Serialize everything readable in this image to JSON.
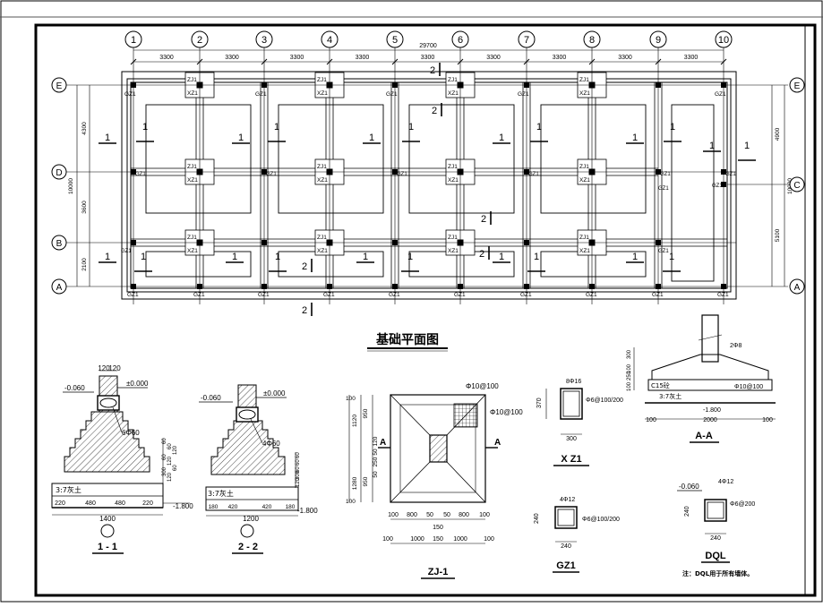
{
  "grid": {
    "columns": [
      "1",
      "2",
      "3",
      "4",
      "5",
      "6",
      "7",
      "8",
      "9",
      "10"
    ],
    "rows_left": [
      "E",
      "D",
      "B",
      "A"
    ],
    "rows_right": [
      "E",
      "C",
      "A"
    ],
    "spans_x": [
      "3300",
      "3300",
      "3300",
      "3300",
      "3300",
      "3300",
      "3300",
      "3300",
      "3300"
    ],
    "total_x": "29700",
    "spans_left": [
      "4300",
      "3600",
      "2100"
    ],
    "total_left": "10000",
    "spans_right": [
      "4900",
      "5100"
    ],
    "total_right": "10000"
  },
  "plan": {
    "title": "基础平面图",
    "zj": "ZJ1",
    "xz": "XZ1",
    "gz": "GZ1",
    "gz_label": "GZ1",
    "mark1": "1",
    "mark2": "2"
  },
  "sec11": {
    "title": "1 - 1",
    "top_w": "120",
    "top_w2": "120",
    "gl_level": "-0.060",
    "top_level": "±0.000",
    "rebar": "6Φ60",
    "steps": [
      "60",
      "60",
      "120",
      "60",
      "120",
      "60",
      "300",
      "120"
    ],
    "fill": "3:7灰土",
    "dims": [
      "220",
      "480",
      "480",
      "220"
    ],
    "total": "1400",
    "base_level": "-1.800"
  },
  "sec22": {
    "title": "2 - 2",
    "gl_level": "-0.060",
    "top_level": "±0.000",
    "rebar": "4Φ60",
    "steps": [
      "60",
      "60",
      "60",
      "300",
      "120"
    ],
    "fill": "3:7灰土",
    "dims": [
      "180",
      "420",
      "420",
      "180"
    ],
    "total": "1200",
    "base_level": "-1.800"
  },
  "zj1": {
    "title": "ZJ-1",
    "rebar_a": "Φ10@100",
    "rebar_b": "Φ10@100",
    "mark_a": "A",
    "v_dims": [
      "1120",
      "950",
      "120",
      "50",
      "250",
      "50",
      "1280",
      "950"
    ],
    "v_small": [
      "100",
      "100"
    ],
    "h_dims1": [
      "100",
      "800",
      "50",
      "50",
      "800",
      "100"
    ],
    "h_mid": "150",
    "h_dims2": [
      "100",
      "1000",
      "150",
      "1000",
      "100"
    ]
  },
  "xz1": {
    "title": "X Z1",
    "bars": "8Φ16",
    "stirrup": "Φ6@100/200",
    "h": "370",
    "w": "300"
  },
  "gz1": {
    "title": "GZ1",
    "bars": "4Φ12",
    "stirrup": "Φ6@100/200",
    "h": "240",
    "w": "240"
  },
  "dql": {
    "title": "DQL",
    "level": "-0.060",
    "bars": "4Φ12",
    "stirrup": "Φ6@200",
    "h": "240",
    "w": "240",
    "note": "注：DQL用于所有墙体。"
  },
  "aa": {
    "title": "A-A",
    "bars": "2Φ8",
    "concrete": "C15砼",
    "fill": "3:7灰土",
    "rebar": "Φ10@100",
    "levels": [
      "300",
      "100",
      "250",
      "100"
    ],
    "dims": [
      "100",
      "2000",
      "100"
    ],
    "base_level": "-1.800"
  }
}
